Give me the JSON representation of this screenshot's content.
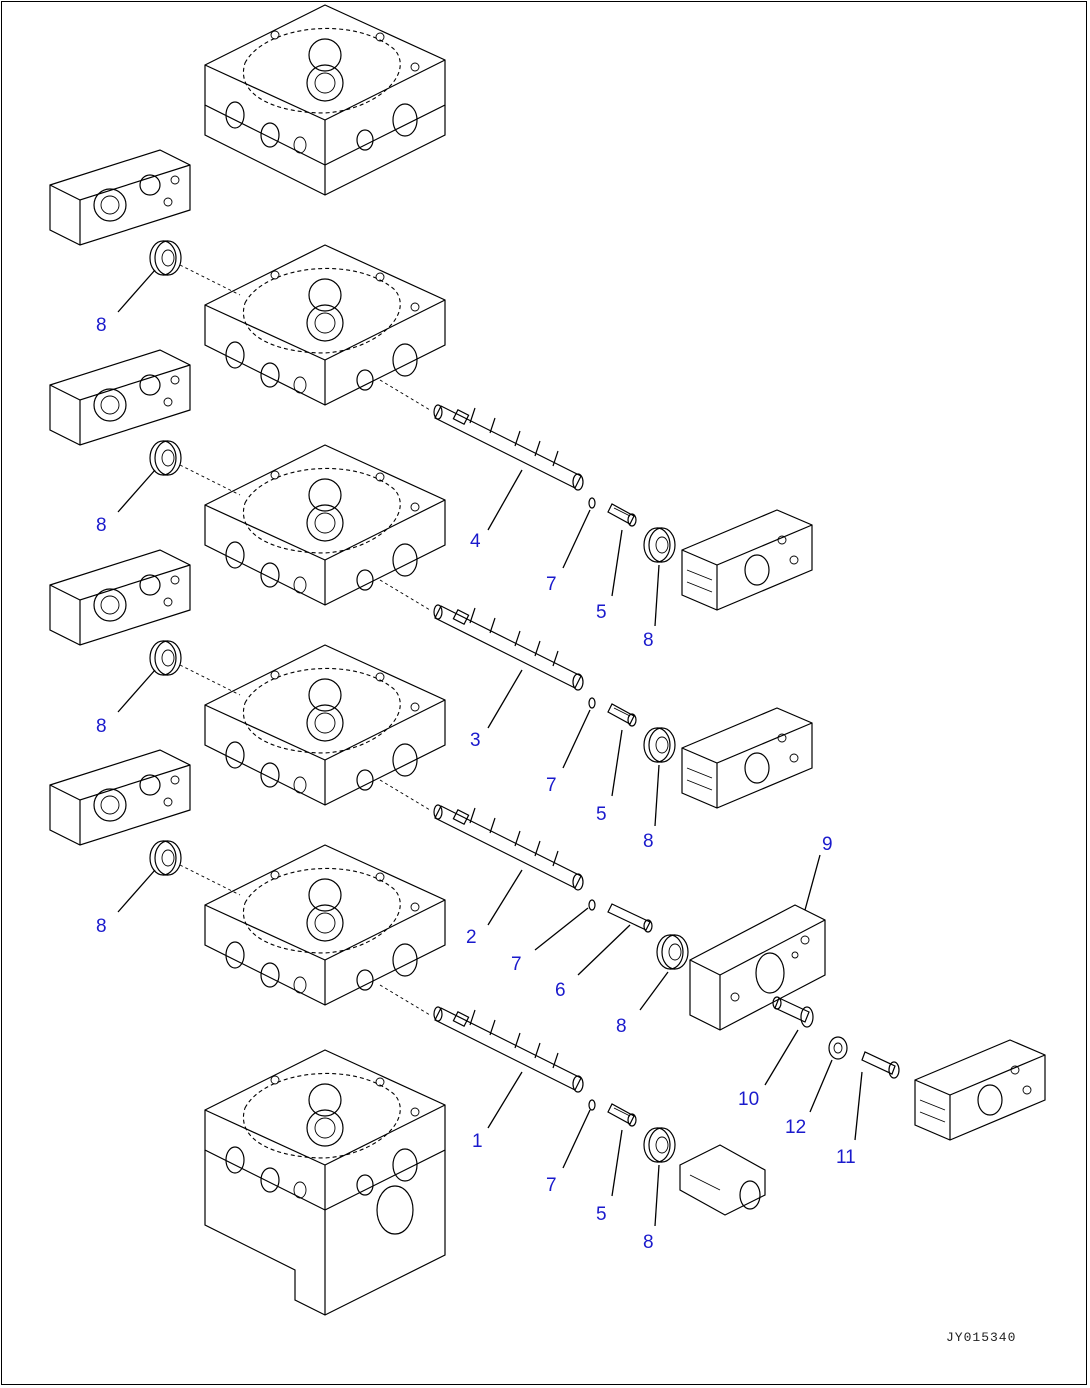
{
  "diagram": {
    "drawing_id": "JY015340",
    "callouts": [
      {
        "id": "c8a",
        "text": "8"
      },
      {
        "id": "c8b",
        "text": "8"
      },
      {
        "id": "c8c",
        "text": "8"
      },
      {
        "id": "c8d",
        "text": "8"
      },
      {
        "id": "c4",
        "text": "4"
      },
      {
        "id": "c7a",
        "text": "7"
      },
      {
        "id": "c5a",
        "text": "5"
      },
      {
        "id": "c8e",
        "text": "8"
      },
      {
        "id": "c3",
        "text": "3"
      },
      {
        "id": "c7b",
        "text": "7"
      },
      {
        "id": "c5b",
        "text": "5"
      },
      {
        "id": "c8f",
        "text": "8"
      },
      {
        "id": "c9",
        "text": "9"
      },
      {
        "id": "c2",
        "text": "2"
      },
      {
        "id": "c7c",
        "text": "7"
      },
      {
        "id": "c6",
        "text": "6"
      },
      {
        "id": "c8g",
        "text": "8"
      },
      {
        "id": "c10",
        "text": "10"
      },
      {
        "id": "c12",
        "text": "12"
      },
      {
        "id": "c11",
        "text": "11"
      },
      {
        "id": "c1",
        "text": "1"
      },
      {
        "id": "c7d",
        "text": "7"
      },
      {
        "id": "c5c",
        "text": "5"
      },
      {
        "id": "c8h",
        "text": "8"
      }
    ]
  }
}
